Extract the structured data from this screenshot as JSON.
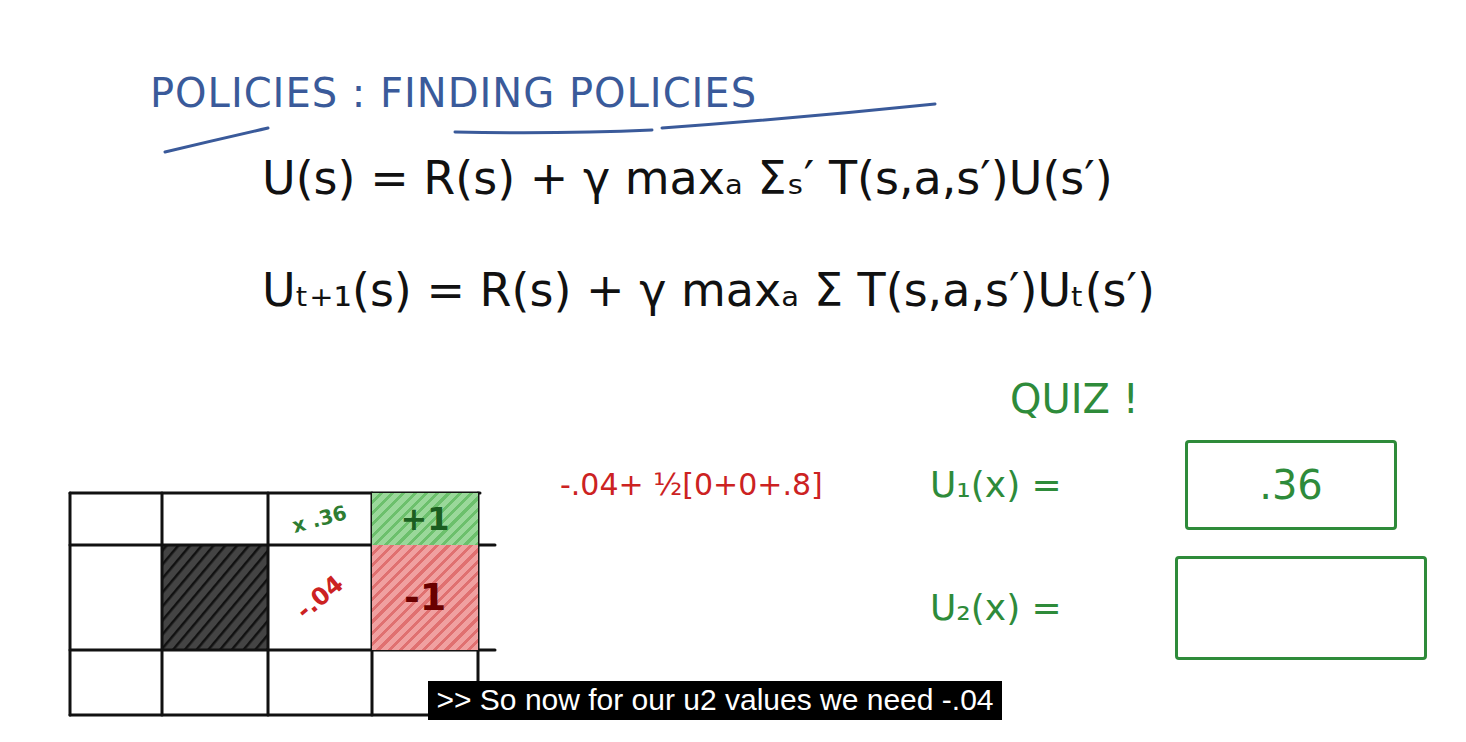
{
  "diagram": {
    "title": "POLICIES : FINDING POLICIES",
    "caption": ">> So now for our u2 values we need -.04",
    "nodes": [
      {
        "text": [
          "x .36"
        ]
      },
      {
        "text": [
          "+1"
        ]
      },
      {
        "text": [
          "-.04"
        ]
      },
      {
        "text": [
          "-1"
        ]
      },
      {
        "text": [
          "U₁(x) =",
          ".36"
        ]
      },
      {
        "text": [
          "U₂(x) ="
        ]
      }
    ],
    "labels": [
      "U(s) = R(s) + γ maxₐ Σₛ′ T(s,a,s′)U(s′)",
      "Uₜ₊₁(s) = R(s) + γ maxₐ Σ T(s,a,s′)Uₜ(s′)",
      "QUIZ !",
      "-.04+ ½[0+0+.8]"
    ]
  }
}
